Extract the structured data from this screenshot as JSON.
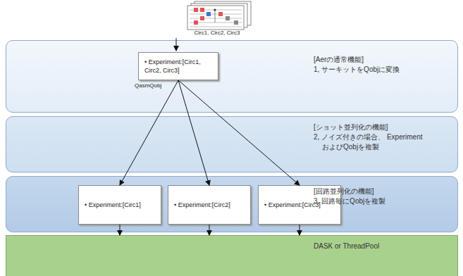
{
  "diagram": {
    "nodes": [
      {
        "text": [
          "[Aerの通常機能]",
          "1, サーキットをQobjに変換"
        ]
      },
      {
        "text": [
          "• Experiment:[Circ1, Circ2, Circ3]",
          "QasmQobj"
        ],
        "in": 0
      },
      {
        "text": [
          "[ショット並列化の機能]",
          "2, ノイズ付きの場合、 ExperimentおよびQobjを複製"
        ]
      },
      {
        "text": [
          "[回路並列化の機能]",
          "3, 回路毎にQobjを複製"
        ]
      },
      {
        "text": [
          "• Experiment:[Circ1]"
        ],
        "in": 3
      },
      {
        "text": [
          "• Experiment:[Circ2]"
        ],
        "in": 3
      },
      {
        "text": [
          "• Experiment:[Circ3]"
        ],
        "in": 3
      },
      {
        "text": [
          "DASK or ThreadPool"
        ]
      }
    ],
    "edges": [
      {
        "from": 1,
        "to": 4,
        "arrow": "to"
      },
      {
        "from": 1,
        "to": 5,
        "arrow": "to"
      },
      {
        "from": 1,
        "to": 6,
        "arrow": "to"
      },
      {
        "from": 4,
        "to": 7,
        "arrow": "to"
      },
      {
        "from": 5,
        "to": 7,
        "arrow": "to"
      },
      {
        "from": 6,
        "to": 7,
        "arrow": "to"
      }
    ],
    "labels": [
      "Circ1, Circ2, Circ3"
    ]
  }
}
